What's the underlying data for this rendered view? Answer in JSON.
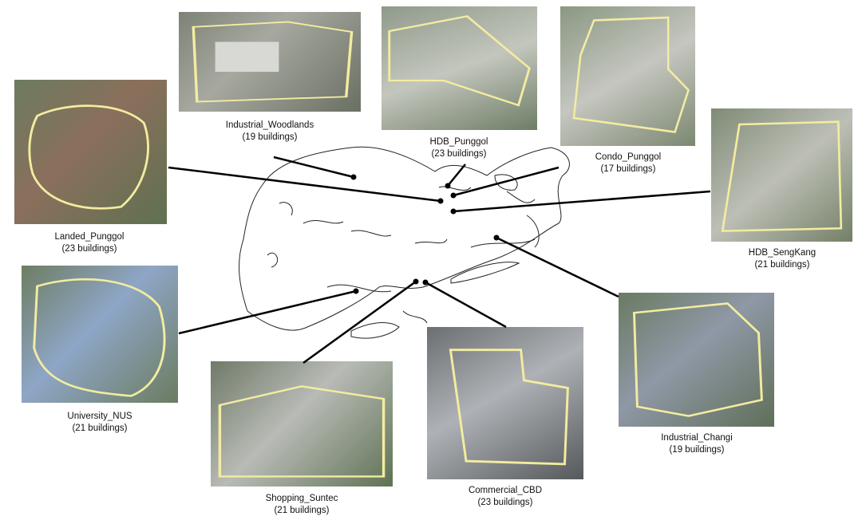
{
  "sites": [
    {
      "name": "Industrial_Woodlands",
      "count": "(19 buildings)"
    },
    {
      "name": "HDB_Punggol",
      "count": "(23 buildings)"
    },
    {
      "name": "Condo_Punggol",
      "count": "(17 buildings)"
    },
    {
      "name": "Landed_Punggol",
      "count": "(23 buildings)"
    },
    {
      "name": "HDB_SengKang",
      "count": "(21 buildings)"
    },
    {
      "name": "University_NUS",
      "count": "(21 buildings)"
    },
    {
      "name": "Shopping_Suntec",
      "count": "(21 buildings)"
    },
    {
      "name": "Commercial_CBD",
      "count": "(23 buildings)"
    },
    {
      "name": "Industrial_Changi",
      "count": "(19 buildings)"
    }
  ],
  "colors": {
    "boundary": "#f3eca0",
    "line": "#000000"
  }
}
